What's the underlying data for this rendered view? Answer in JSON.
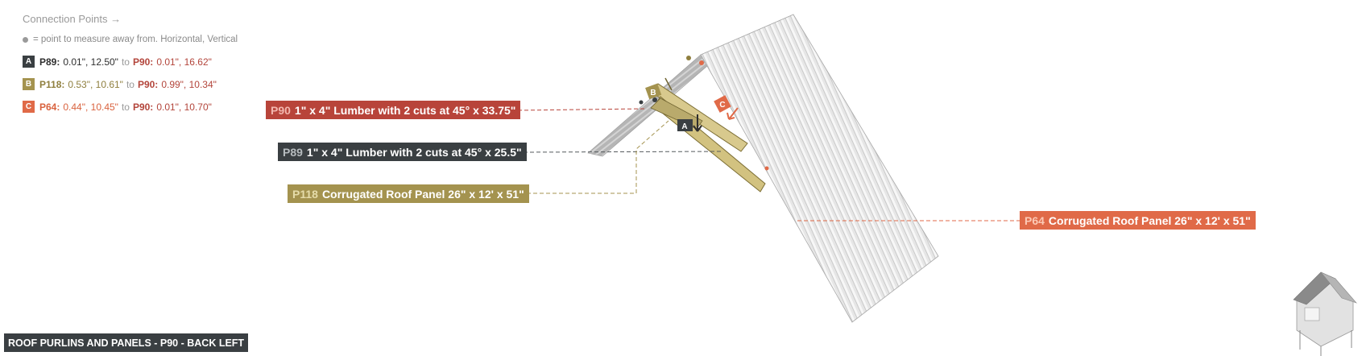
{
  "legend": {
    "title": "Connection Points →",
    "note": "= point to measure away from. Horizontal, Vertical",
    "rows": [
      {
        "badge": "A",
        "color": "#3a3f42",
        "from_part": "P89:",
        "from_vals": "0.01\", 12.50\"",
        "to_word": "to",
        "to_part": "P90:",
        "to_vals": "0.01\", 16.62\"",
        "from_color": "#2e2e2e",
        "to_color": "#b3453b"
      },
      {
        "badge": "B",
        "color": "#a4934f",
        "from_part": "P118:",
        "from_vals": "0.53\", 10.61\"",
        "to_word": "to",
        "to_part": "P90:",
        "to_vals": "0.99\", 10.34\"",
        "from_color": "#8f7f3e",
        "to_color": "#b3453b"
      },
      {
        "badge": "C",
        "color": "#e06a48",
        "from_part": "P64:",
        "from_vals": "0.44\", 10.45\"",
        "to_word": "to",
        "to_part": "P90:",
        "to_vals": "0.01\", 10.70\"",
        "from_color": "#d9623e",
        "to_color": "#b3453b"
      }
    ]
  },
  "parts": [
    {
      "id": "P90",
      "desc": "1\" x 4\" Lumber with 2 cuts at 45° x 33.75\"",
      "bg": "#b8443a",
      "idcolor": "#f2b7ae"
    },
    {
      "id": "P89",
      "desc": "1\" x 4\" Lumber with 2 cuts at 45° x 25.5\"",
      "bg": "#3a3f42",
      "idcolor": "#b7bcbf"
    },
    {
      "id": "P118",
      "desc": "Corrugated Roof Panel 26\" x 12' x 51\"",
      "bg": "#a4934f",
      "idcolor": "#e5dcaa"
    },
    {
      "id": "P64",
      "desc": "Corrugated Roof Panel 26\" x 12' x 51\"",
      "bg": "#e06a48",
      "idcolor": "#fcc9b5"
    }
  ],
  "markers": {
    "a": "A",
    "b": "B",
    "c": "C"
  },
  "view_title": "ROOF PURLINS AND PANELS - P90 - BACK LEFT"
}
